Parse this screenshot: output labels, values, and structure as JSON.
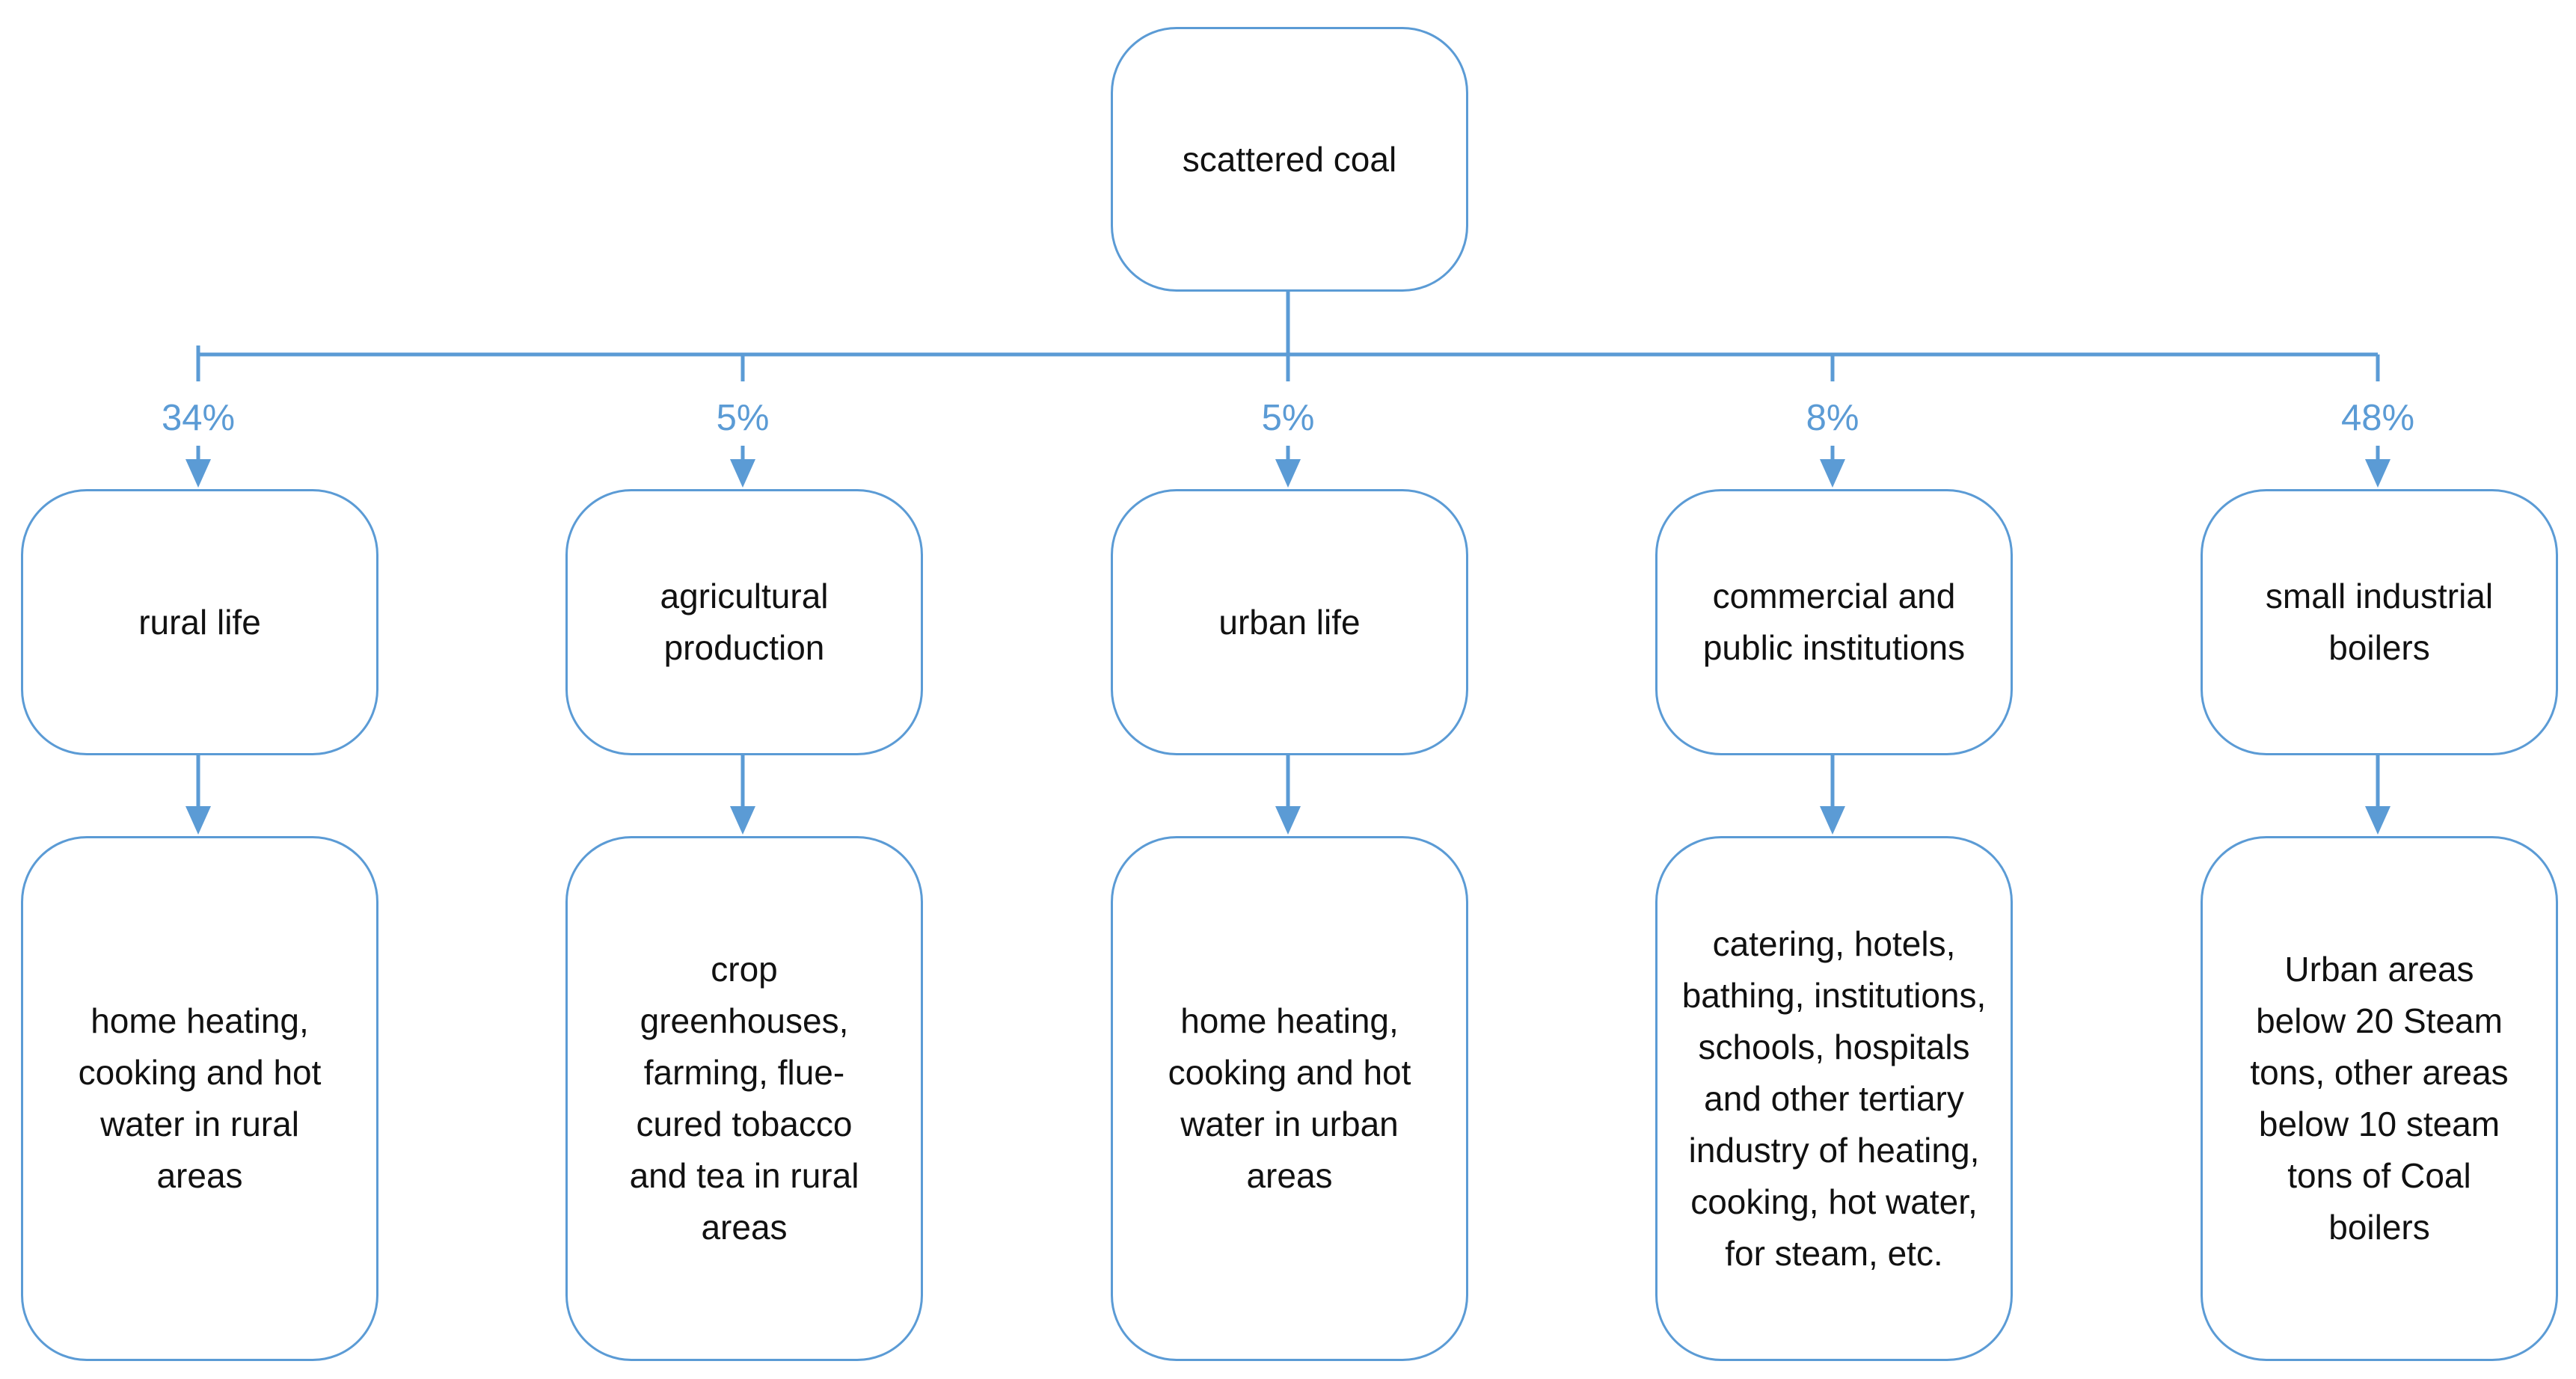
{
  "root": {
    "label": "scattered coal"
  },
  "colors": {
    "accent": "#5b9bd5",
    "text": "#111111",
    "background": "#ffffff"
  },
  "branches": [
    {
      "percent": "34%",
      "category": "rural life",
      "detail": "home heating, cooking and hot water in rural areas"
    },
    {
      "percent": "5%",
      "category": "agricultural production",
      "detail": "crop greenhouses, farming, flue-cured tobacco and tea in rural areas"
    },
    {
      "percent": "5%",
      "category": "urban life",
      "detail": "home heating, cooking and hot water in urban areas"
    },
    {
      "percent": "8%",
      "category": "commercial and public institutions",
      "detail": "catering, hotels, bathing, institutions, schools, hospitals and other tertiary industry of heating, cooking, hot water, for steam, etc."
    },
    {
      "percent": "48%",
      "category": "small industrial boilers",
      "detail": "Urban areas below 20 Steam tons, other areas below 10 steam tons of Coal boilers"
    }
  ]
}
